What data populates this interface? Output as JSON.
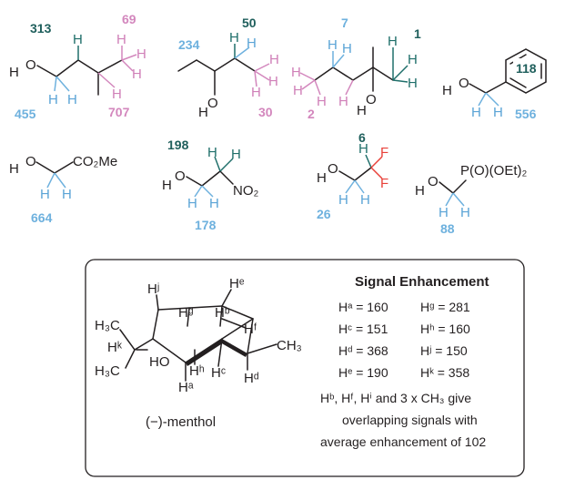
{
  "molecules": [
    {
      "id": "m1",
      "labels": [
        "313",
        "69",
        "455",
        "707"
      ]
    },
    {
      "id": "m2",
      "labels": [
        "234",
        "50",
        "30"
      ]
    },
    {
      "id": "m3",
      "labels": [
        "7",
        "1",
        "2"
      ]
    },
    {
      "id": "m4",
      "labels": [
        "118",
        "556"
      ]
    },
    {
      "id": "m5",
      "labels": [
        "664"
      ],
      "group": "CO2Me"
    },
    {
      "id": "m6",
      "labels": [
        "198",
        "178"
      ],
      "group": "NO2"
    },
    {
      "id": "m7",
      "labels": [
        "6",
        "26"
      ],
      "group": "F"
    },
    {
      "id": "m8",
      "labels": [
        "88"
      ],
      "group": "P(O)(OEt)2"
    }
  ],
  "atoms": {
    "H": "H",
    "O": "O",
    "F": "F",
    "CO2Me": "CO₂Me",
    "NO2": "NO₂",
    "P": "P(O)(OEt)₂",
    "CH3": "CH₃",
    "H3C": "H₃C"
  },
  "menthol": {
    "name": "(−)-menthol",
    "h_labels": [
      "Hʲ",
      "Hᵍ",
      "Hᵉ",
      "Hᵇ",
      "Hᶠ",
      "Hᵏ",
      "Hʰ",
      "Hᶜ",
      "Hᵈ",
      "Hᵃ"
    ],
    "ho": "HO"
  },
  "enhancement": {
    "title": "Signal Enhancement",
    "rows": [
      [
        "Hᵃ = 160",
        "Hᵍ = 281"
      ],
      [
        "Hᶜ = 151",
        "Hʰ = 160"
      ],
      [
        "Hᵈ = 368",
        "Hʲ = 150"
      ],
      [
        "Hᵉ = 190",
        "Hᵏ = 358"
      ]
    ],
    "note": [
      "Hᵇ, Hᶠ, Hⁱ and 3 x CH₃ give",
      "overlapping signals with",
      "average enhancement of 102"
    ]
  },
  "colors": {
    "blue": "#6eb1de",
    "pink": "#d387bd",
    "teal": "#1f5f5c",
    "red": "#e8413a"
  }
}
